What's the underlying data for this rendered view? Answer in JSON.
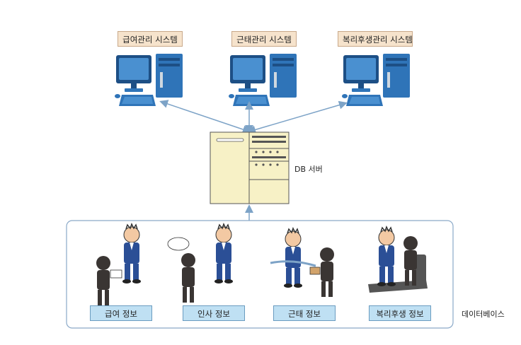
{
  "systems": [
    {
      "label": "급여관리 시스템"
    },
    {
      "label": "근태관리 시스템"
    },
    {
      "label": "복리후생관리 시스템"
    }
  ],
  "server": {
    "label": "DB 서버"
  },
  "database": {
    "label": "데이터베이스"
  },
  "info_blocks": [
    {
      "label": "급여 정보"
    },
    {
      "label": "인사 정보"
    },
    {
      "label": "근태 정보"
    },
    {
      "label": "복리후생 정보"
    }
  ],
  "colors": {
    "pc_body": "#2f74b8",
    "pc_dark": "#1d4f85",
    "arrow": "#7da3c7",
    "panel_border": "#8aa9c8",
    "server_fill": "#f7f1c6"
  }
}
